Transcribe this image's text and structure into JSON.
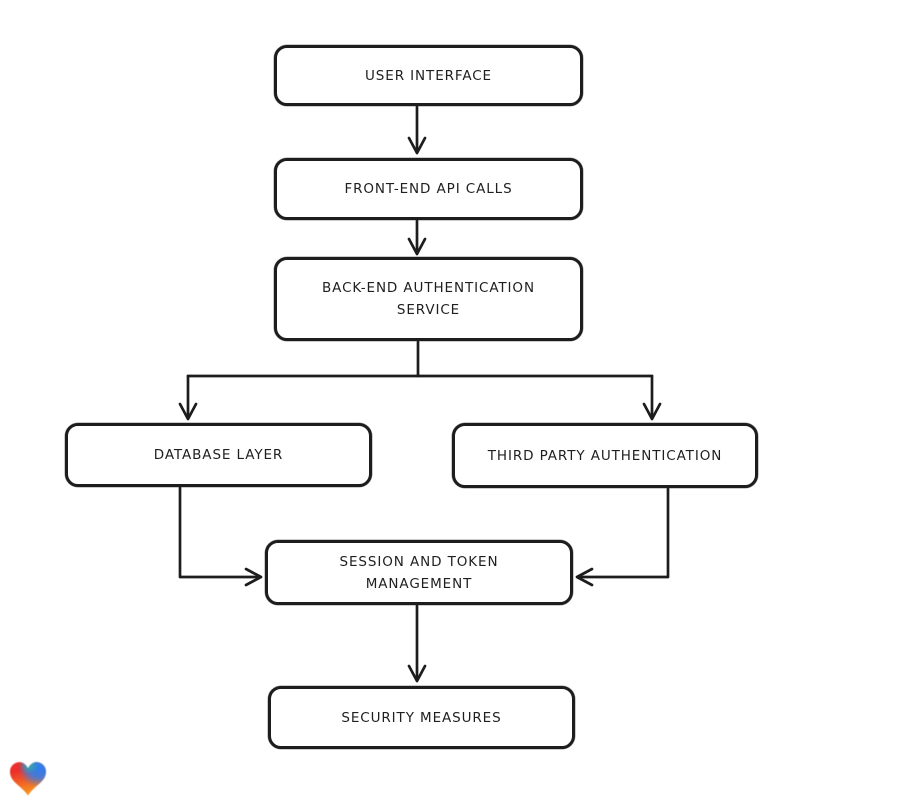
{
  "diagram": {
    "type": "flowchart",
    "background": "#ffffff",
    "stroke_color": "#1d1d1d",
    "node_fill": "#ffffff",
    "nodes": [
      {
        "id": "user-interface",
        "label": "USER INTERFACE"
      },
      {
        "id": "front-end-api-calls",
        "label": "FRONT-END API CALLS"
      },
      {
        "id": "back-end-authentication-service",
        "label": "BACK-END AUTHENTICATION\nSERVICE"
      },
      {
        "id": "database-layer",
        "label": "DATABASE LAYER"
      },
      {
        "id": "third-party-authentication",
        "label": "THIRD PARTY AUTHENTICATION"
      },
      {
        "id": "session-and-token-management",
        "label": "SESSION AND TOKEN\nMANAGEMENT"
      },
      {
        "id": "security-measures",
        "label": "SECURITY MEASURES"
      }
    ],
    "edges": [
      {
        "from": "user-interface",
        "to": "front-end-api-calls"
      },
      {
        "from": "front-end-api-calls",
        "to": "back-end-authentication-service"
      },
      {
        "from": "back-end-authentication-service",
        "to": "database-layer"
      },
      {
        "from": "back-end-authentication-service",
        "to": "third-party-authentication"
      },
      {
        "from": "database-layer",
        "to": "session-and-token-management"
      },
      {
        "from": "third-party-authentication",
        "to": "session-and-token-management"
      },
      {
        "from": "session-and-token-management",
        "to": "security-measures"
      }
    ]
  },
  "logo": {
    "name": "gradient-heart-logo",
    "colors": {
      "red": "#ec2f2b",
      "teal": "#2ab5a0",
      "blue": "#2d7ff0",
      "orange": "#f8931f"
    }
  }
}
